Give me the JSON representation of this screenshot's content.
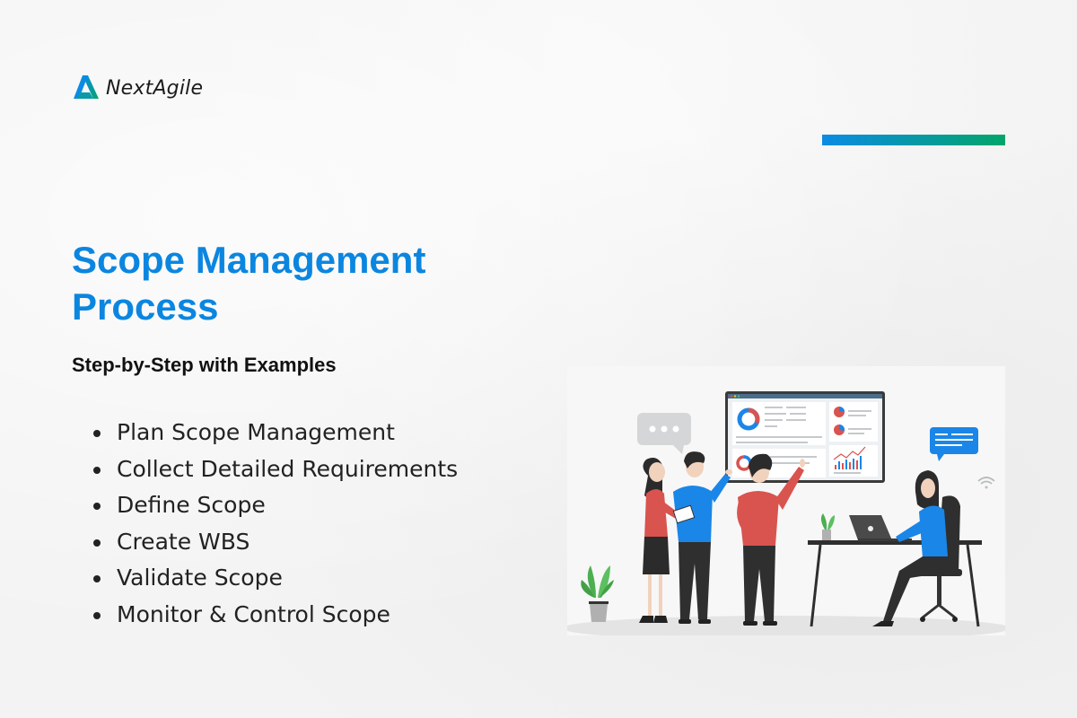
{
  "brand": {
    "name": "NextAgile",
    "logo_icon": "nextagile-a-logo-icon",
    "colors": {
      "primary": "#0b86e0",
      "gradient_start": "#0b8be3",
      "gradient_end": "#02a56a"
    }
  },
  "accent_bar": {
    "colors": [
      "#0b8be3",
      "#02a56a"
    ]
  },
  "hero": {
    "title": "Scope Management Process",
    "subtitle": "Step-by-Step with Examples"
  },
  "steps": [
    {
      "label": "Plan Scope Management"
    },
    {
      "label": "Collect Detailed Requirements"
    },
    {
      "label": "Define Scope"
    },
    {
      "label": "Create WBS"
    },
    {
      "label": "Validate Scope"
    },
    {
      "label": "Monitor & Control Scope"
    }
  ],
  "illustration": {
    "description": "Team reviewing dashboard on wall screen; woman working at laptop on desk",
    "elements": [
      "chat-bubble-icon",
      "dashboard-screen",
      "donut-chart-icon",
      "pie-chart-icon",
      "line-bar-chart-icon",
      "message-bubble-icon",
      "wifi-icon",
      "plant-icon",
      "laptop-icon",
      "desk",
      "office-chair"
    ],
    "colors": {
      "blue": "#1a86e8",
      "red": "#d9534f",
      "dark": "#2f2f2f",
      "gray": "#cfd2d4",
      "green": "#4caf50"
    }
  }
}
